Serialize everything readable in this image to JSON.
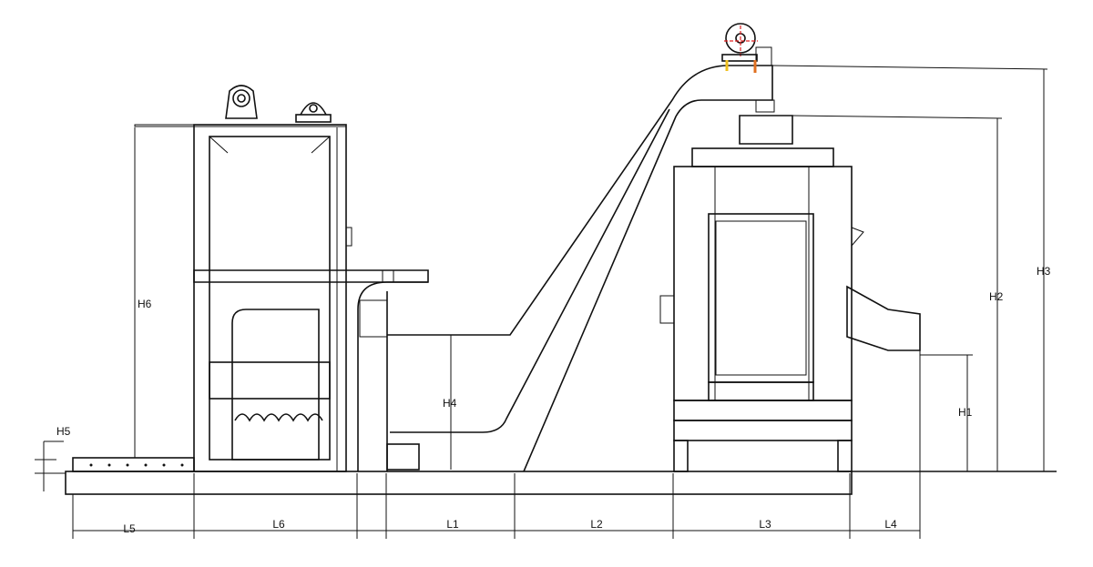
{
  "drawing": {
    "labels": {
      "H1": "H1",
      "H2": "H2",
      "H3": "H3",
      "H4": "H4",
      "H5": "H5",
      "H6": "H6",
      "L1": "L1",
      "L2": "L2",
      "L3": "L3",
      "L4": "L4",
      "L5": "L5",
      "L6": "L6"
    },
    "colors": {
      "line": "#111111",
      "centerline": "#e02020",
      "accent": "#f0c020"
    }
  }
}
